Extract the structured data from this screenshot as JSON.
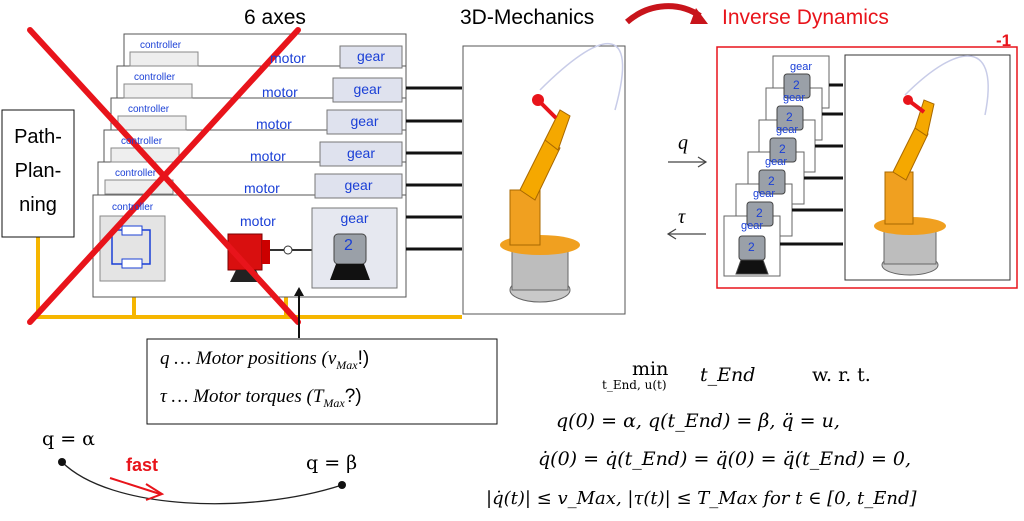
{
  "titles": {
    "axes": "6 axes",
    "mechanics": "3D-Mechanics",
    "inverse": "Inverse Dynamics",
    "minus_one": "-1"
  },
  "path_planning": [
    "Path-",
    "Plan-",
    "ning"
  ],
  "axis_labels": {
    "controller": "controller",
    "motor": "motor",
    "gear": "gear",
    "gear_ratio": "2"
  },
  "signals": {
    "q": "q",
    "tau": "τ"
  },
  "legend": {
    "line1": "q … Motor positions (v",
    "line1_sub": "Max",
    "line1_end": "!)",
    "line2": "τ … Motor torques (T",
    "line2_sub": "Max",
    "line2_end": "?)"
  },
  "trajectory": {
    "start": "q = α",
    "end": "q = β",
    "fast": "fast"
  },
  "optimization": {
    "min": "min",
    "min_sub": "t_End, u(t)",
    "objective": "t_End",
    "wrt": "w. r. t.",
    "constraint1": "q(0) = α,    q(t_End) = β,      q̈ = u,",
    "constraint2": "q̇(0) = q̇(t_End) = q̈(0) = q̈(t_End) = 0,",
    "constraint3": "|q̇(t)| ≤ v_Max,   |τ(t)| ≤ T_Max   for  t ∈ [0, t_End]"
  },
  "colors": {
    "red": "#e8141b",
    "orange": "#f5a800",
    "blue": "#1a3fd6"
  }
}
